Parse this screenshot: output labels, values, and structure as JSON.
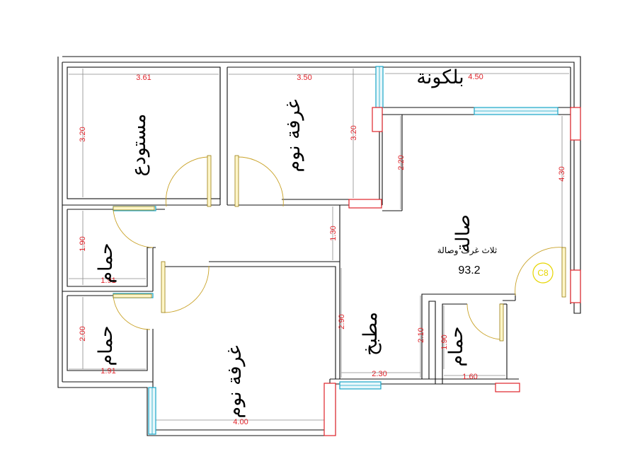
{
  "rooms": {
    "storage": "مستودع",
    "bedroom_top": "غرفة نوم",
    "balcony": "بلكونة",
    "living": "صالة",
    "bath_top": "حمام",
    "bath_bottom": "حمام",
    "bedroom_bottom": "غرفة نوم",
    "kitchen": "مطبخ",
    "bath_right": "حمام"
  },
  "annotations": {
    "summary": "ثلاث غرف وصالة",
    "area": "93.2",
    "code": "C8"
  },
  "dimensions": {
    "storage_w": "3.61",
    "storage_h": "3.20",
    "bed1_w": "3.50",
    "bed1_h": "3.20",
    "balcony_w": "4.50",
    "living_h_a": "2.20",
    "living_h_b": "4.30",
    "corridor": "1.30",
    "bath1_h": "1.90",
    "bath1_w": "1.91",
    "bath2_h": "2.00",
    "bath2_w": "1.91",
    "kitchen_h": "2.90",
    "kitchen_w": "2.30",
    "kitchen_right_h": "2.10",
    "bath3_h": "1.90",
    "bath3_w": "1.60",
    "bed2_w": "4.00"
  }
}
